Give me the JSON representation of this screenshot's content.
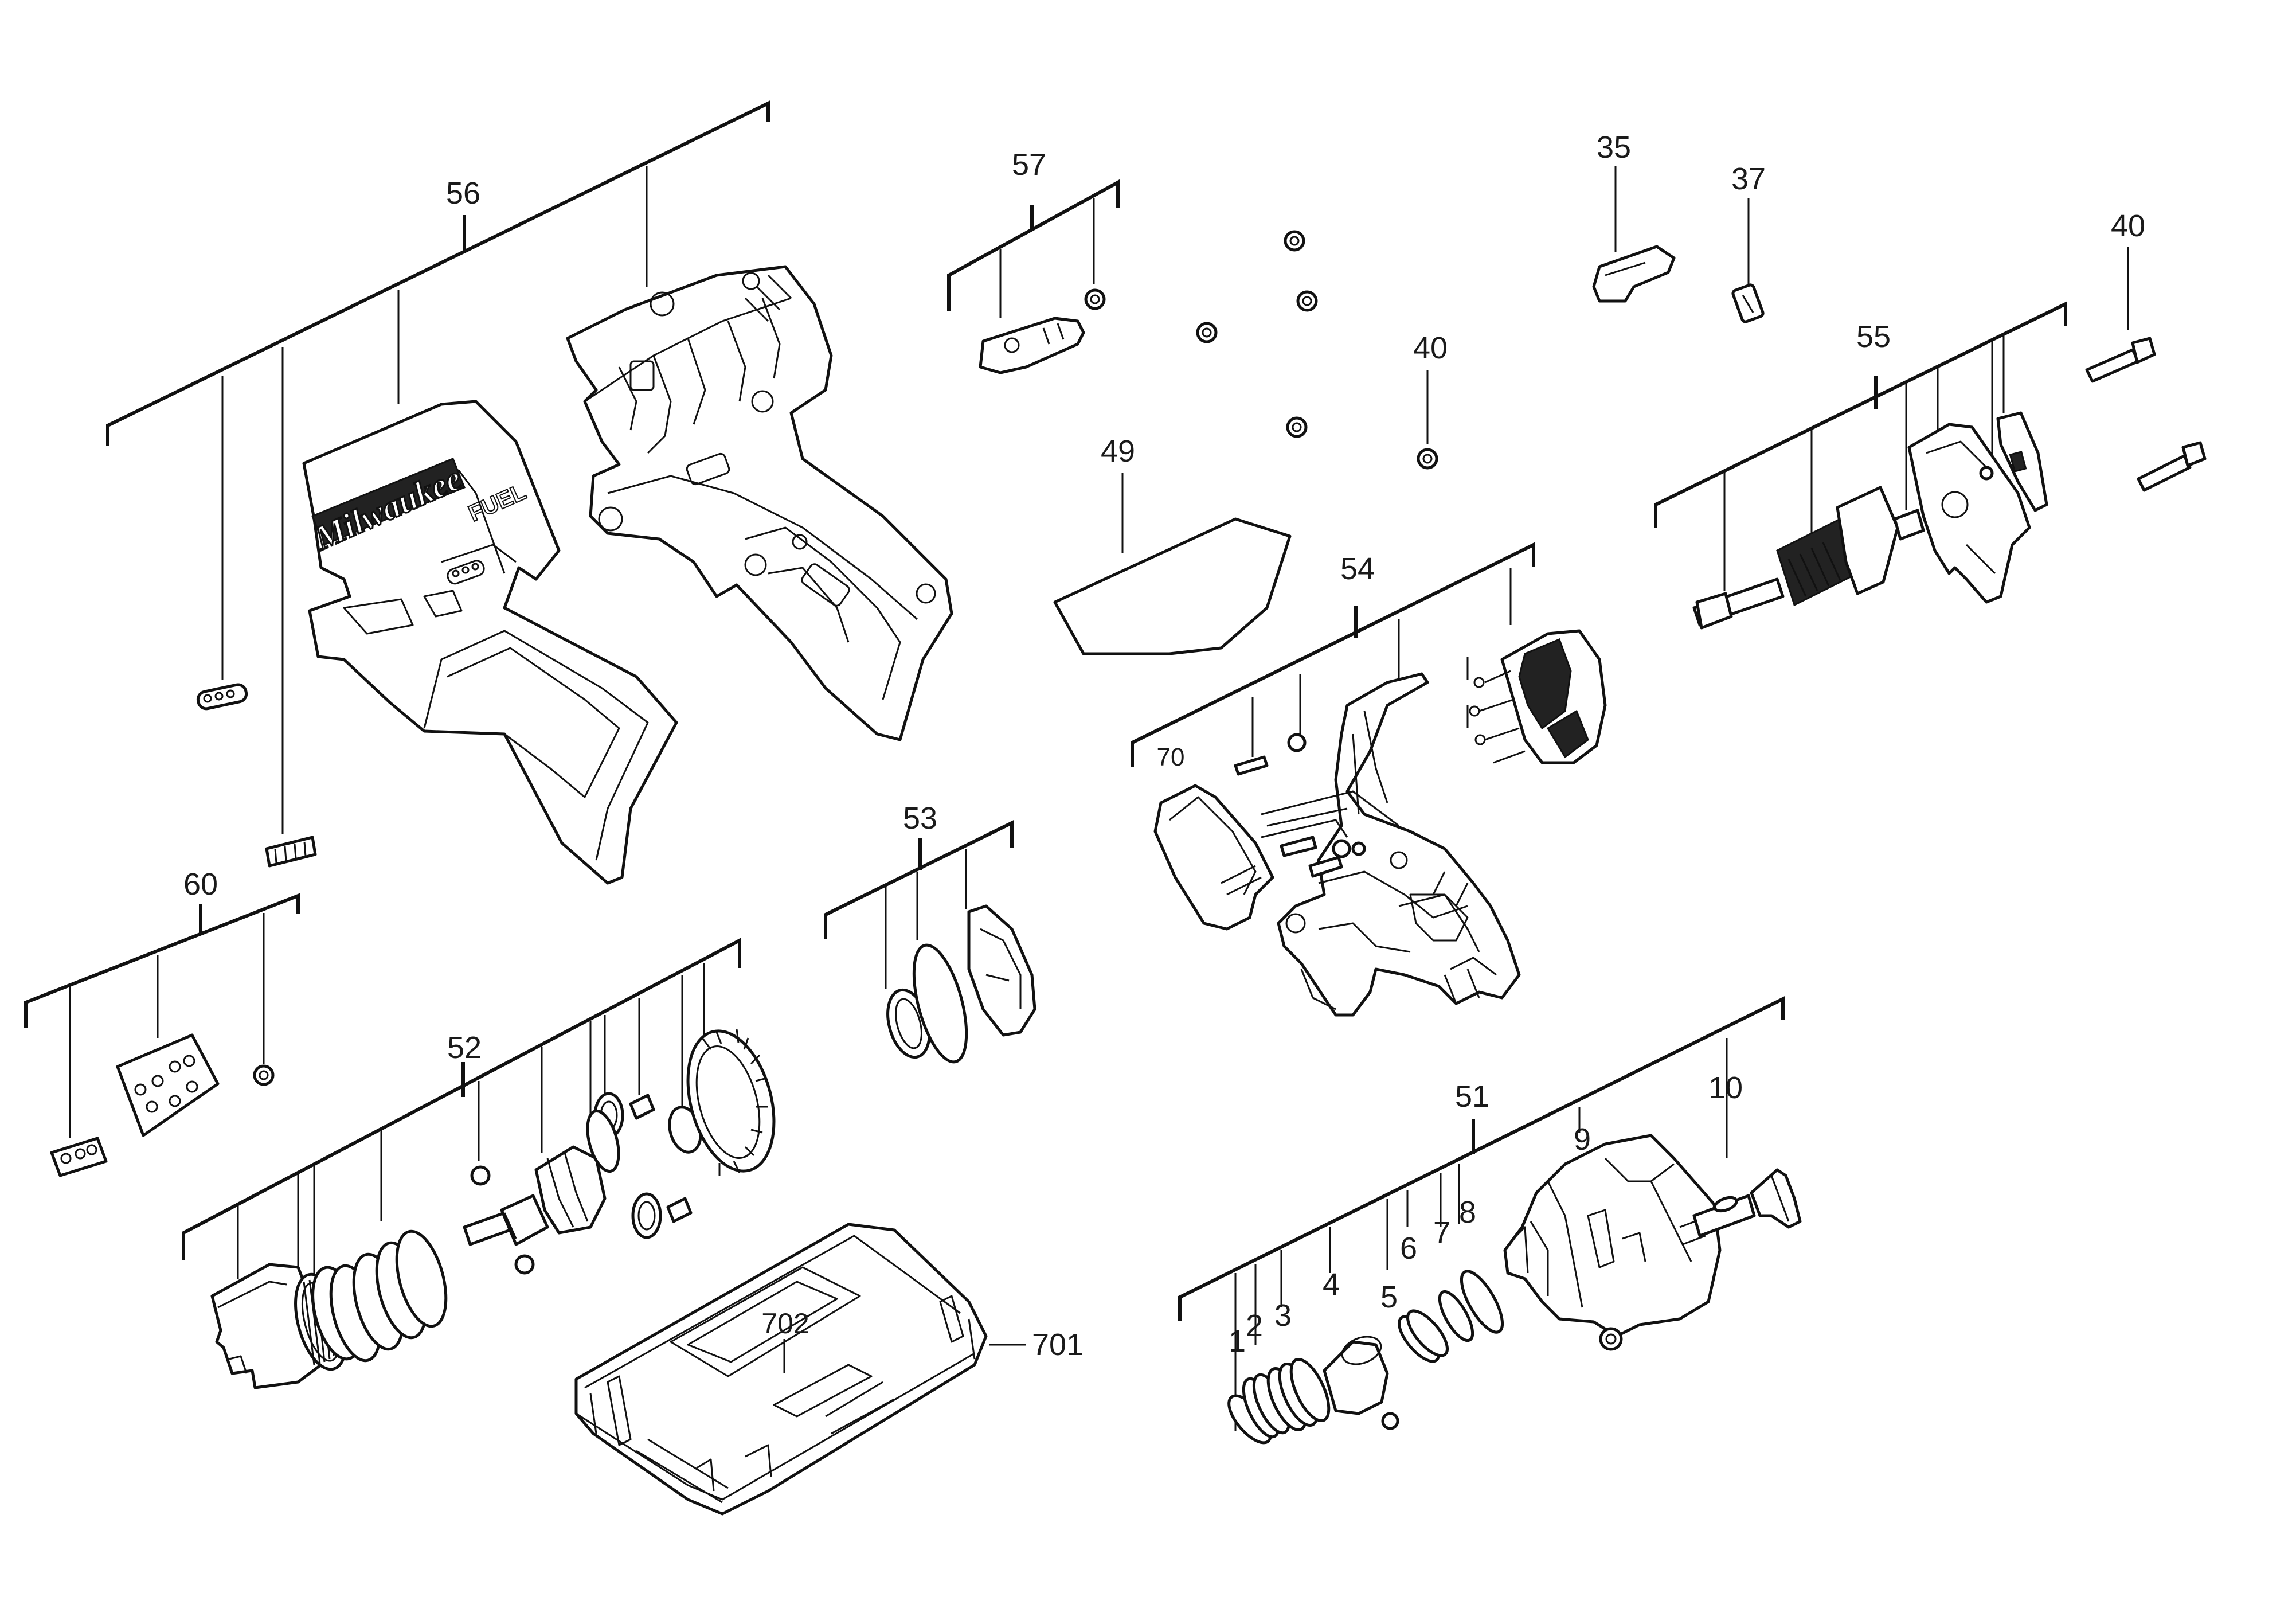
{
  "callouts": {
    "c56": "56",
    "c57": "57",
    "c35": "35",
    "c37": "37",
    "c40a": "40",
    "c40b": "40",
    "c49": "49",
    "c55": "55",
    "c54": "54",
    "c70": "70",
    "c53": "53",
    "c60": "60",
    "c52": "52",
    "c51": "51",
    "c10": "10",
    "c9": "9",
    "c8": "8",
    "c7": "7",
    "c6": "6",
    "c5": "5",
    "c4": "4",
    "c3": "3",
    "c2": "2",
    "c1": "1",
    "c702": "702",
    "c701": "701"
  },
  "artwork": {
    "housing_logo": "Milwaukee",
    "housing_brand": "FUEL"
  }
}
